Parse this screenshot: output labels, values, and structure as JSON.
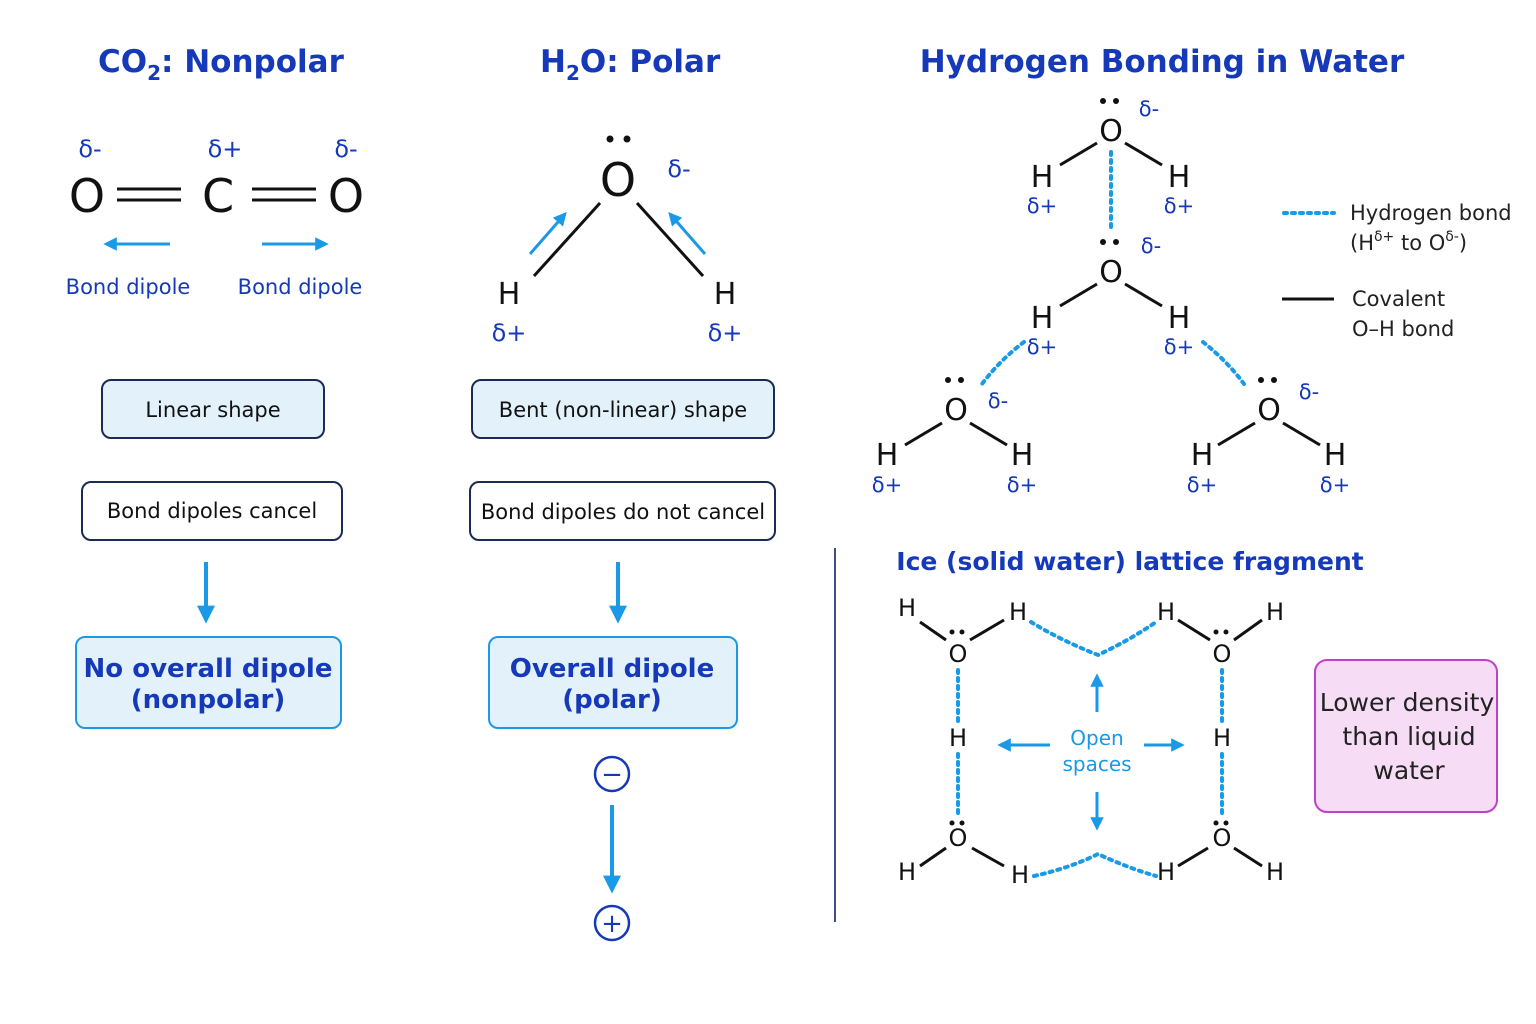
{
  "co2": {
    "title_main": "CO",
    "title_sub": "2",
    "title_rest": ": Nonpolar",
    "atom_left": "O",
    "atom_center": "C",
    "atom_right": "O",
    "charge_left": "δ-",
    "charge_center": "δ+",
    "charge_right": "δ-",
    "dipole_label_left": "Bond dipole",
    "dipole_label_right": "Bond dipole",
    "box_shape": "Linear shape",
    "box_cancel": "Bond dipoles cancel",
    "result_line1": "No overall dipole",
    "result_line2": "(nonpolar)"
  },
  "h2o": {
    "title_main": "H",
    "title_sub": "2",
    "title_rest": "O: Polar",
    "atom_o": "O",
    "atom_h_left": "H",
    "atom_h_right": "H",
    "charge_o": "δ-",
    "charge_h_left": "δ+",
    "charge_h_right": "δ+",
    "box_shape": "Bent (non-linear) shape",
    "box_cancel": "Bond dipoles do not cancel",
    "result_line1": "Overall dipole",
    "result_line2": "(polar)",
    "negative_pole": "−",
    "positive_pole": "+"
  },
  "hbond": {
    "title": "Hydrogen Bonding in Water",
    "atom_o": "O",
    "atom_h": "H",
    "charge_o": "δ-",
    "charge_h": "δ+",
    "legend_hbond_line1": "Hydrogen bond",
    "legend_hbond_line2_a": "(H",
    "legend_hbond_line2_sup1": "δ+",
    "legend_hbond_line2_b": " to O",
    "legend_hbond_line2_sup2": "δ-",
    "legend_hbond_line2_c": ")",
    "legend_cov_line1": "Covalent",
    "legend_cov_line2": "O–H bond"
  },
  "ice": {
    "title": "Ice (solid water) lattice fragment",
    "atom_o": "O",
    "atom_h": "H",
    "open_line1": "Open",
    "open_line2": "spaces",
    "note_line1": "Lower density",
    "note_line2": "than liquid",
    "note_line3": "water"
  },
  "colors": {
    "title_blue": "#1539b8",
    "arrow_blue": "#1a9ae6",
    "box_fill": "#e3f1fb",
    "note_fill": "#f7dcf5",
    "note_border": "#c23fc7"
  }
}
